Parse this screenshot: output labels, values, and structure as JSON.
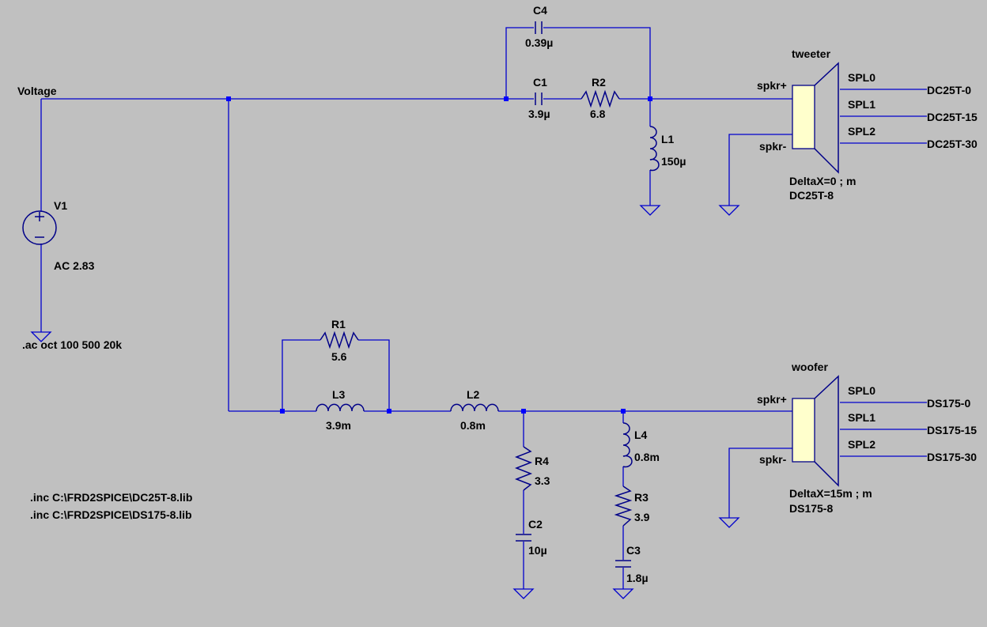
{
  "source": {
    "name": "V1",
    "value": "AC 2.83"
  },
  "net_labels": {
    "voltage": "Voltage"
  },
  "directives": {
    "ac": ".ac oct 100 500 20k",
    "inc1": ".inc C:\\FRD2SPICE\\DC25T-8.lib",
    "inc2": ".inc C:\\FRD2SPICE\\DS175-8.lib"
  },
  "components": {
    "C4": {
      "name": "C4",
      "value": "0.39µ"
    },
    "C1": {
      "name": "C1",
      "value": "3.9µ"
    },
    "R2": {
      "name": "R2",
      "value": "6.8"
    },
    "L1": {
      "name": "L1",
      "value": "150µ"
    },
    "R1": {
      "name": "R1",
      "value": "5.6"
    },
    "L3": {
      "name": "L3",
      "value": "3.9m"
    },
    "L2": {
      "name": "L2",
      "value": "0.8m"
    },
    "R4": {
      "name": "R4",
      "value": "3.3"
    },
    "C2": {
      "name": "C2",
      "value": "10µ"
    },
    "L4": {
      "name": "L4",
      "value": "0.8m"
    },
    "R3": {
      "name": "R3",
      "value": "3.9"
    },
    "C3": {
      "name": "C3",
      "value": "1.8µ"
    }
  },
  "tweeter": {
    "name": "tweeter",
    "param": "DeltaX=0 ; m",
    "model": "DC25T-8",
    "pin_plus": "spkr+",
    "pin_minus": "spkr-",
    "outputs": [
      "SPL0",
      "SPL1",
      "SPL2"
    ],
    "nets": [
      "DC25T-0",
      "DC25T-15",
      "DC25T-30"
    ]
  },
  "woofer": {
    "name": "woofer",
    "param": "DeltaX=15m ; m",
    "model": "DS175-8",
    "pin_plus": "spkr+",
    "pin_minus": "spkr-",
    "outputs": [
      "SPL0",
      "SPL1",
      "SPL2"
    ],
    "nets": [
      "DS175-0",
      "DS175-15",
      "DS175-30"
    ]
  },
  "colors": {
    "background": "#c0c0c0",
    "wire": "#0000cc",
    "junction": "#0000ff",
    "speaker_fill": "#ffffcc"
  }
}
